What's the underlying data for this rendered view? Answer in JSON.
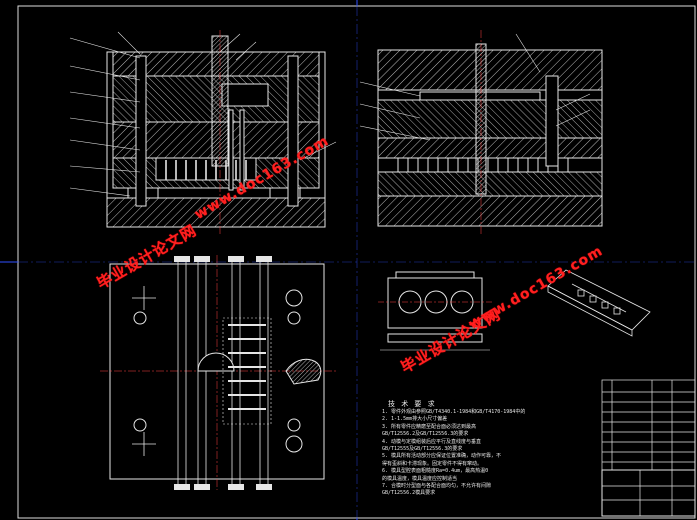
{
  "watermarks": {
    "site_cn": "毕业设计论文网",
    "url": "www.doc163.com"
  },
  "notes": {
    "title": "技 术 要 求",
    "lines": [
      "1. 零件外观由参照GB/T4340.1-1984和GB/T4170-1984中的",
      "2. 1-1.5mm排大小尺寸偏差",
      "3. 所有零件应精磨至配合面必须达到最高",
      "   GB/T12556.2及GB/T12556.3的要求",
      "4. 动模与定模组装后应平行及直线度与垂直",
      "   GB/T12555及GB/T12556.3的要求",
      "5. 模具所有活动部分应保证位置准确，动作可靠，不",
      "   得有歪斜和卡滞现象。固定零件不得有窜动。",
      "6. 模具型腔表面粗糙度Ra=0.4um，最高热温0",
      "   的模具温度，模具温度应控制适当",
      "7. 合模时分型面与各配合面均匀，不允许有间隙",
      "   GB/T12556.2模具要求"
    ]
  }
}
